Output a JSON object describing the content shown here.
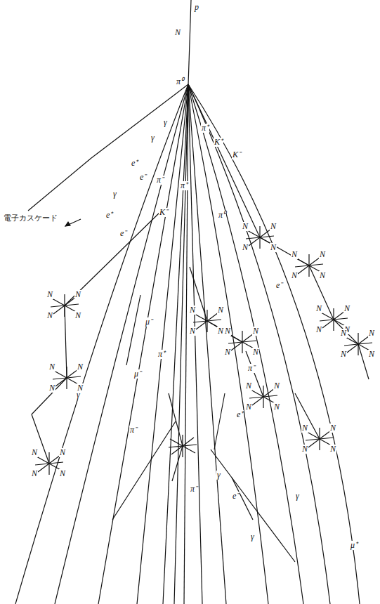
{
  "diagram": {
    "labels": [
      "p",
      "N",
      "π⁰",
      "γ",
      "γ",
      "e⁺",
      "e⁻",
      "π⁺",
      "K⁺",
      "K⁻",
      "π⁻",
      "π⁺",
      "K⁻",
      "γ",
      "e⁺",
      "e⁻",
      "電子カスケード",
      "μ⁻",
      "π⁺",
      "μ⁻",
      "γ",
      "π⁻",
      "π⁻",
      "γ",
      "e⁻",
      "γ",
      "e⁺",
      "π⁻",
      "μ⁺",
      "π⁰",
      "e⁻",
      "γ",
      "N",
      "N",
      "N",
      "N",
      "N",
      "N",
      "N",
      "N",
      "N",
      "N",
      "N",
      "N",
      "N",
      "N",
      "N",
      "N",
      "N",
      "N",
      "N",
      "N",
      "N",
      "N",
      "N",
      "N",
      "N",
      "N",
      "N",
      "N",
      "N",
      "N",
      "N",
      "N",
      "N",
      "N",
      "N",
      "N",
      "N",
      "N",
      "N",
      "N",
      "N",
      "N",
      "N",
      "N"
    ]
  }
}
